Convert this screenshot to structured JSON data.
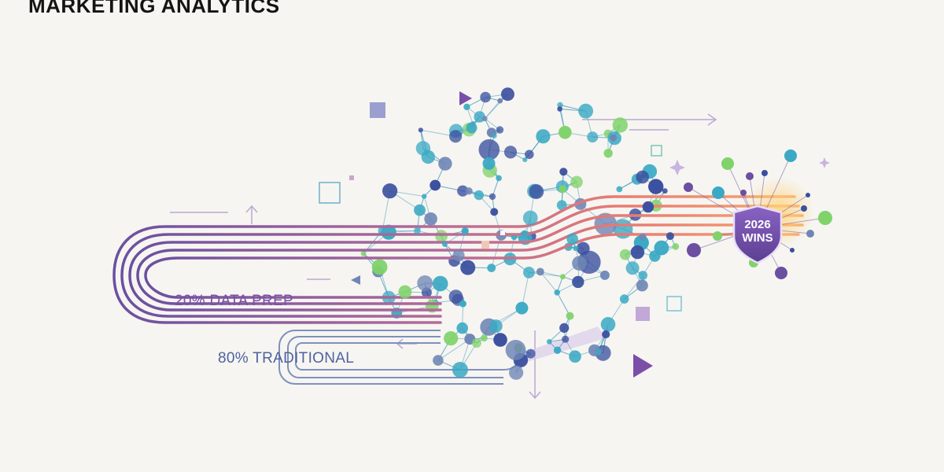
{
  "header": {
    "title": "MARKETING ANALYTICS"
  },
  "flows": {
    "data_prep_label": "20% DATA PREP",
    "traditional_label": "80% TRADITIONAL"
  },
  "badge": {
    "line1": "2026",
    "line2": "WINS",
    "icon": "shield-icon"
  },
  "colors": {
    "background": "#f6f5f1",
    "purple": "#6b4fa0",
    "coral": "#f08a6a",
    "slate_blue": "#6f86b5",
    "teal": "#3ba9c4",
    "green": "#7fd36a",
    "navy": "#3a4f9e"
  }
}
